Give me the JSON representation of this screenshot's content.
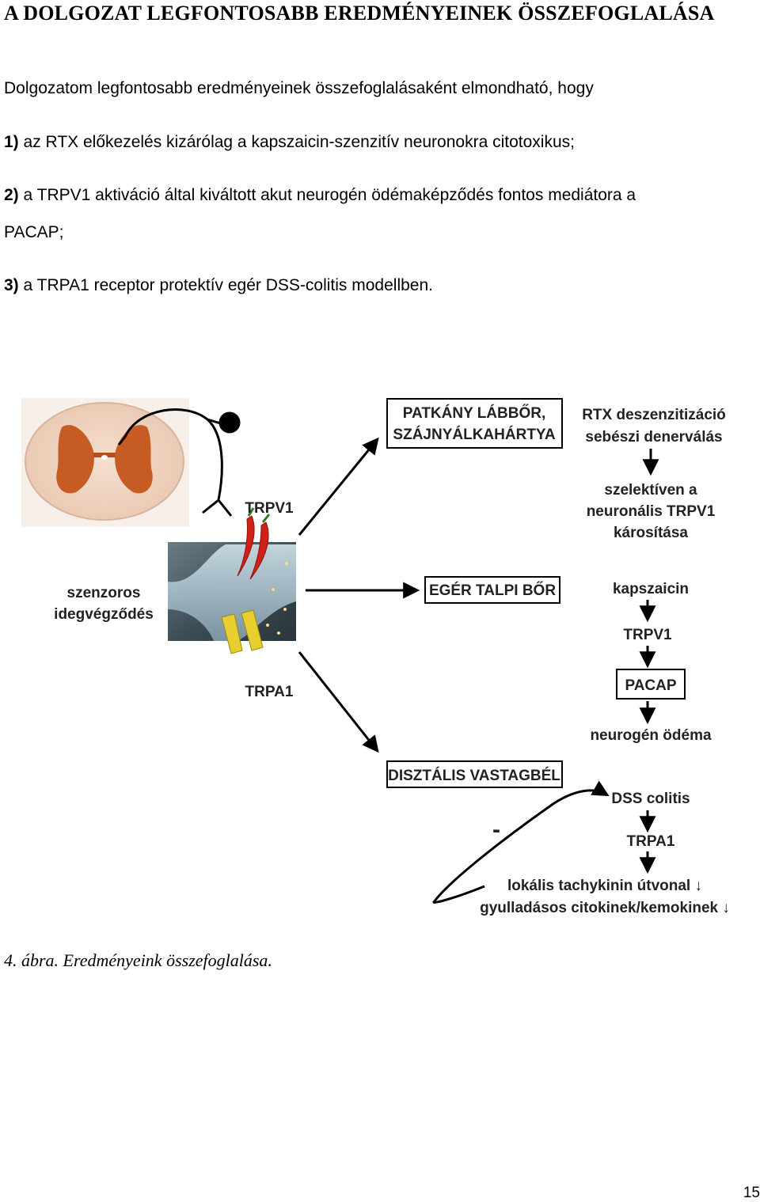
{
  "heading": "A DOLGOZAT LEGFONTOSABB EREDMÉNYEINEK ÖSSZEFOGLALÁSA",
  "intro": "Dolgozatom legfontosabb eredményeinek összefoglalásaként elmondható, hogy",
  "items": [
    {
      "num": "1)",
      "text": "az RTX előkezelés kizárólag a kapszaicin-szenzitív neuronokra citotoxikus;"
    },
    {
      "num": "2)",
      "text": "a TRPV1 aktiváció által kiváltott akut neurogén ödémaképződés fontos mediátora a",
      "cont": "PACAP;"
    },
    {
      "num": "3)",
      "text": "a TRPA1 receptor protektív egér DSS-colitis modellben."
    }
  ],
  "figure": {
    "trpv1_top": "TRPV1",
    "trpa1_label": "TRPA1",
    "sensory_line1": "szenzoros",
    "sensory_line2": "idegvégződés",
    "box_rat_line1": "PATKÁNY LÁBBŐR,",
    "box_rat_line2": "SZÁJNYÁLKAHÁRTYA",
    "box_mouse": "EGÉR TALPI BŐR",
    "box_colon": "DISZTÁLIS VASTAGBÉL",
    "rtx_line1": "RTX deszenzitizáció",
    "rtx_line2": "sebészi denerválás",
    "sel_line1": "szelektíven a",
    "sel_line2": "neuronális TRPV1",
    "sel_line3": "károsítása",
    "kapszaicin": "kapszaicin",
    "trpv1_mid": "TRPV1",
    "pacap": "PACAP",
    "neurogen": "neurogén ödéma",
    "dss": "DSS colitis",
    "trpa1_right": "TRPA1",
    "tachykinin": "lokális tachykinin útvonal ↓",
    "cytokines": "gyulladásos citokinek/kemokinek ↓",
    "minus": "-"
  },
  "caption": "4. ábra. Eredményeink összefoglalása.",
  "page_number": "15"
}
